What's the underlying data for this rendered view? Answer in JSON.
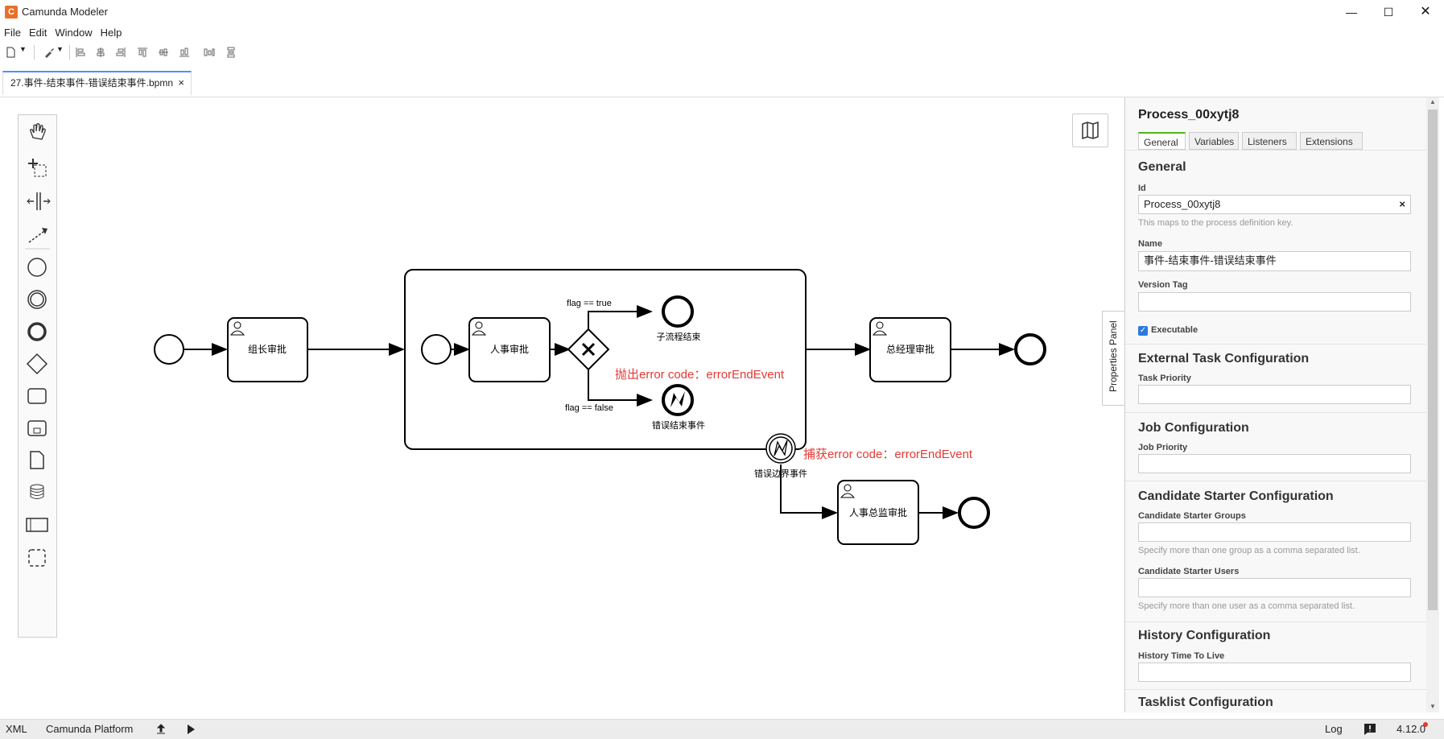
{
  "window": {
    "title": "Camunda Modeler",
    "logo_char": "C"
  },
  "menu": [
    "File",
    "Edit",
    "Window",
    "Help"
  ],
  "tab": {
    "label": "27.事件-结束事件-错误结束事件.bpmn",
    "close": "×"
  },
  "diagram": {
    "tasks": {
      "leader_approval": "组长审批",
      "hr_approval": "人事审批",
      "gm_approval": "总经理审批",
      "hr_director_approval": "人事总监审批"
    },
    "flows": {
      "true_label": "flag == true",
      "false_label": "flag == false"
    },
    "events": {
      "sub_end": "子流程结束",
      "error_end": "错误结束事件",
      "error_boundary": "错误边界事件"
    },
    "annotations": {
      "throw": "抛出error code：errorEndEvent",
      "catch": "捕获error code：errorEndEvent"
    },
    "colors": {
      "annotation": "#e53935",
      "accent_green": "#52b415"
    }
  },
  "props_toggle": "Properties Panel",
  "properties": {
    "title": "Process_00xytj8",
    "tabs": [
      "General",
      "Variables",
      "Listeners",
      "Extensions"
    ],
    "general": {
      "title": "General",
      "id_label": "Id",
      "id_value": "Process_00xytj8",
      "id_clear": "×",
      "id_desc": "This maps to the process definition key.",
      "name_label": "Name",
      "name_value": "事件-结束事件-错误结束事件",
      "version_label": "Version Tag",
      "executable_label": "Executable",
      "executable_checked": true
    },
    "external_task": {
      "title": "External Task Configuration",
      "priority_label": "Task Priority"
    },
    "job": {
      "title": "Job Configuration",
      "priority_label": "Job Priority"
    },
    "candidate": {
      "title": "Candidate Starter Configuration",
      "groups_label": "Candidate Starter Groups",
      "groups_desc": "Specify more than one group as a comma separated list.",
      "users_label": "Candidate Starter Users",
      "users_desc": "Specify more than one user as a comma separated list."
    },
    "history": {
      "title": "History Configuration",
      "ttl_label": "History Time To Live"
    },
    "tasklist": {
      "title": "Tasklist Configuration"
    }
  },
  "status": {
    "xml": "XML",
    "platform": "Camunda Platform",
    "log": "Log",
    "version": "4.12.0"
  }
}
